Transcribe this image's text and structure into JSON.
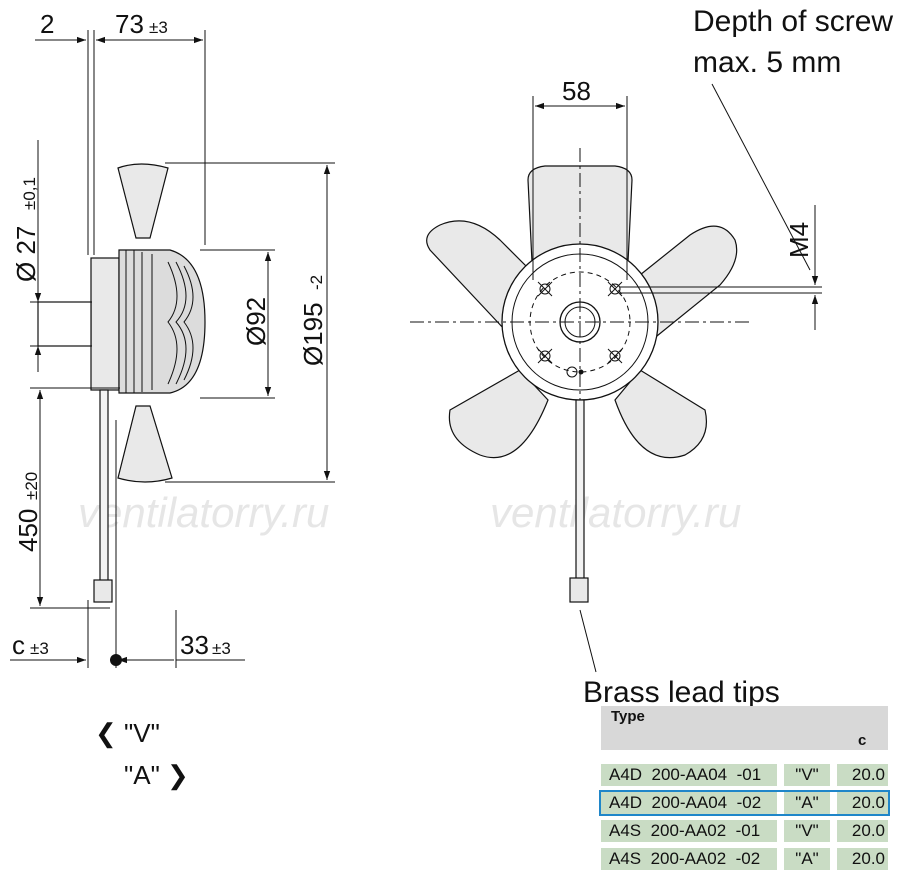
{
  "dimensions": {
    "dim_2": "2",
    "dim_73": "73",
    "dim_73_tol": "±3",
    "dim_d27": "Ø 27",
    "dim_d27_tol": "±0,1",
    "dim_d92": "Ø92",
    "dim_d195": "Ø195",
    "dim_d195_tol": "-2",
    "dim_450": "450",
    "dim_450_tol": "±20",
    "dim_c": "c",
    "dim_c_tol": "±3",
    "dim_33": "33",
    "dim_33_tol": "±3",
    "dim_58": "58",
    "dim_m4": "M4"
  },
  "notes": {
    "screw_depth_line1": "Depth of screw",
    "screw_depth_line2": "max. 5 mm",
    "brass_lead_tips": "Brass lead tips"
  },
  "flow": {
    "v_label": "❮ \"V\"",
    "a_label": "\"A\" ❯"
  },
  "watermark": {
    "left": "ventilatorry.ru",
    "right": "ventilatorry.ru"
  },
  "table": {
    "header_type": "Type",
    "header_c": "c",
    "rows": [
      {
        "type": "A4D  200-AA04  -01",
        "dir": "\"V\"",
        "c": "20.0",
        "selected": false
      },
      {
        "type": "A4D  200-AA04  -02",
        "dir": "\"A\"",
        "c": "20.0",
        "selected": true
      },
      {
        "type": "A4S  200-AA02  -01",
        "dir": "\"V\"",
        "c": "20.0",
        "selected": false
      },
      {
        "type": "A4S  200-AA02  -02",
        "dir": "\"A\"",
        "c": "20.0",
        "selected": false
      }
    ]
  },
  "colors": {
    "table_header": "#d8d8d8",
    "table_cell": "#c9dcc4",
    "selection_outline": "#1f86c9"
  }
}
